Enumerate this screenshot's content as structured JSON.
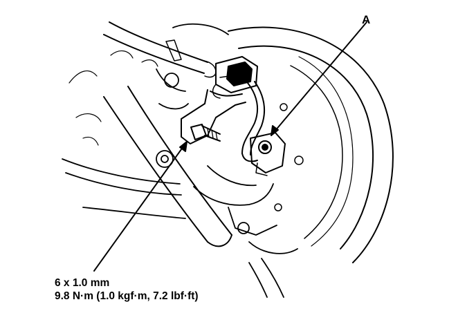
{
  "callouts": {
    "sensor_label": "A"
  },
  "fastener": {
    "size": "6 x 1.0 mm",
    "torque": "9.8 N·m (1.0 kgf·m, 7.2 lbf·ft)"
  },
  "colors": {
    "ink": "#000000",
    "paper": "#ffffff"
  }
}
